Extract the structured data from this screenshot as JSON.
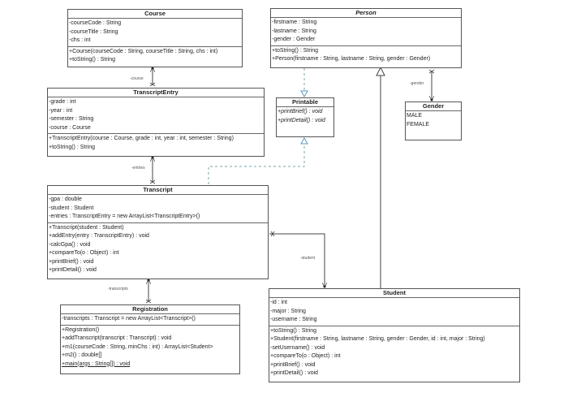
{
  "classes": {
    "course": {
      "name": "Course",
      "attributes": [
        "-courseCode : String",
        "-courseTitle : String",
        "-chs : int"
      ],
      "methods": [
        "+Course(courseCode : String, courseTitle : String, chs : int)",
        "+toString() : String"
      ]
    },
    "transcript_entry": {
      "name": "TranscriptEntry",
      "attributes": [
        "-grade : int",
        "-year : int",
        "-semester : String",
        "-course : Course"
      ],
      "methods": [
        "+TranscriptEntry(course : Course, grade : int, year : int, semester : String)",
        "+toString() : String"
      ]
    },
    "transcript": {
      "name": "Transcript",
      "attributes": [
        "-gpa : double",
        "-student : Student",
        "-entries : TranscriptEntry = new ArrayList<TranscriptEntry>()"
      ],
      "methods": [
        "+Transcript(student : Student)",
        "+addEntry(entry : TranscriptEntry) : void",
        "-calcGpa() : void",
        "+compareTo(o : Object) : int",
        "+printBrief() : void",
        "+printDetail() : void"
      ]
    },
    "registration": {
      "name": "Registration",
      "attributes": [
        "-transcripts : Transcript = new ArrayList<Transcript>()"
      ],
      "methods": [
        "+Registration()",
        "+addTranscript(transcript : Transcript) : void",
        "+m1(courseCode : String, minChs : int) : ArrayList<Student>",
        "+m2() : double[]",
        "+main(args : String[]) : void"
      ]
    },
    "person": {
      "name": "Person",
      "attributes": [
        "-firstname : String",
        "-lastname : String",
        "-gender : Gender"
      ],
      "methods": [
        "+toString() : String",
        "+Person(firstname : String, lastname : String, gender : Gender)"
      ]
    },
    "printable": {
      "name": "Printable",
      "methods": [
        "+printBrief() : void",
        "+printDetail() : void"
      ]
    },
    "gender": {
      "name": "Gender",
      "literals": [
        "MALE",
        "FEMALE"
      ]
    },
    "student": {
      "name": "Student",
      "attributes": [
        "-id : int",
        "-major : String",
        "-username : String"
      ],
      "methods": [
        "+toString() : String",
        "+Student(firstname : String, lastname : String, gender : Gender, id : int, major : String)",
        "-setUsername() : void",
        "+compareTo(o : Object) : int",
        "+printBrief() : void",
        "+printDetail() : void"
      ]
    }
  },
  "associations": {
    "course": "-course",
    "entries": "-entries",
    "transcripts": "-transcripts",
    "student": "-student",
    "gender": "-gender"
  },
  "colors": {
    "line": "#555555",
    "realization": "#5a9ac0"
  }
}
